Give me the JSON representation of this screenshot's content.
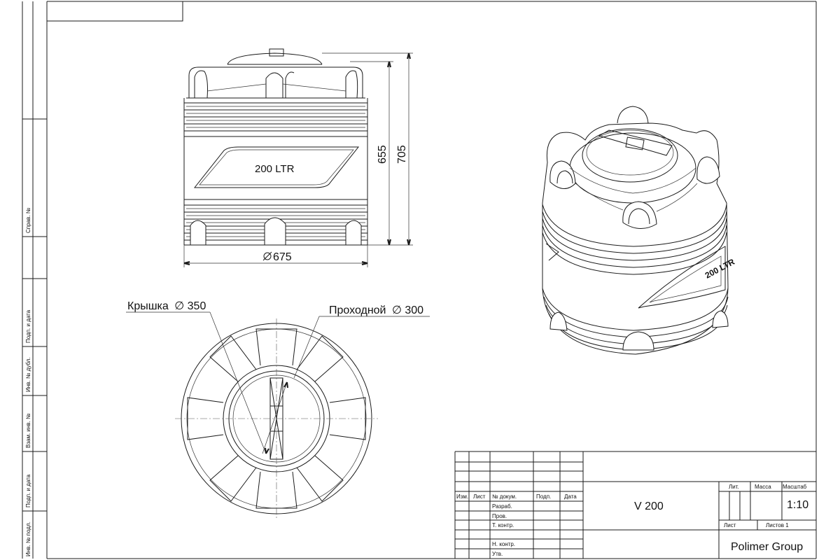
{
  "dimensions": {
    "height_body": "655",
    "height_total": "705",
    "diameter": "675",
    "lid_label": "Крышка",
    "lid_diameter": "350",
    "passage_label": "Проходной",
    "passage_diameter": "300",
    "diameter_symbol": "∅"
  },
  "tank_label_front": "200 LTR",
  "tank_label_iso": "200 LTR",
  "left_margin": {
    "sprav": "Справ. №",
    "podp1": "Подп. и дата",
    "inv_dubl": "Инв. № дубл.",
    "vzam": "Взам. инв. №",
    "podp2": "Подп. и дата",
    "inv_podl": "Инв. № подл."
  },
  "title_block": {
    "col_izm": "Изм.",
    "col_list": "Лист",
    "col_doc": "№ докум.",
    "col_podp": "Подп.",
    "col_data": "Дата",
    "row_razrab": "Разраб.",
    "row_prov": "Пров.",
    "row_tkontr": "Т. контр.",
    "row_nkontr": "Н. контр.",
    "row_utv": "Утв.",
    "designation": "V 200",
    "lit": "Лит.",
    "massa": "Масса",
    "masshtab": "Масштаб",
    "scale": "1:10",
    "sheet": "Лист",
    "sheets": "Листов 1",
    "company": "Polimer Group"
  }
}
